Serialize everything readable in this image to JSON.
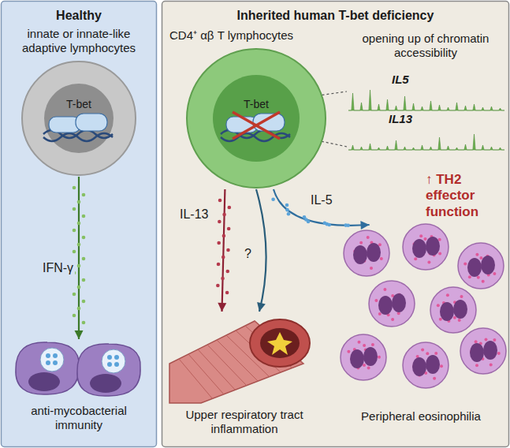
{
  "diagram": {
    "nodes": [
      {
        "text": [
          "Healthy"
        ]
      },
      {
        "text": [
          "innate or innate-like adaptive lymphocytes",
          "T-bet"
        ],
        "in": 0
      },
      {
        "text": [
          "anti-mycobacterial immunity"
        ],
        "in": 0
      },
      {
        "text": [
          "Inherited human T-bet deficiency"
        ]
      },
      {
        "text": [
          "CD4⁺ αβ T lymphocytes",
          "T-bet"
        ],
        "in": 3
      },
      {
        "text": [
          "Upper respiratory tract inflammation"
        ],
        "in": 3
      },
      {
        "text": [
          "Peripheral eosinophilia"
        ],
        "in": 3
      }
    ],
    "edges": [
      {
        "from": 1,
        "to": 2,
        "label": "IFN-γ",
        "arrow": "to"
      },
      {
        "from": 4,
        "to": 5,
        "label": "IL-13",
        "arrow": "to"
      },
      {
        "from": 4,
        "to": 6,
        "label": "IL-5",
        "arrow": "to"
      },
      {
        "from": 4,
        "to": 5,
        "label": "?",
        "arrow": "to"
      }
    ],
    "labels": [
      "opening up of chromatin accessibility",
      "IL5",
      "IL13",
      "↑ TH2 effector function"
    ]
  }
}
